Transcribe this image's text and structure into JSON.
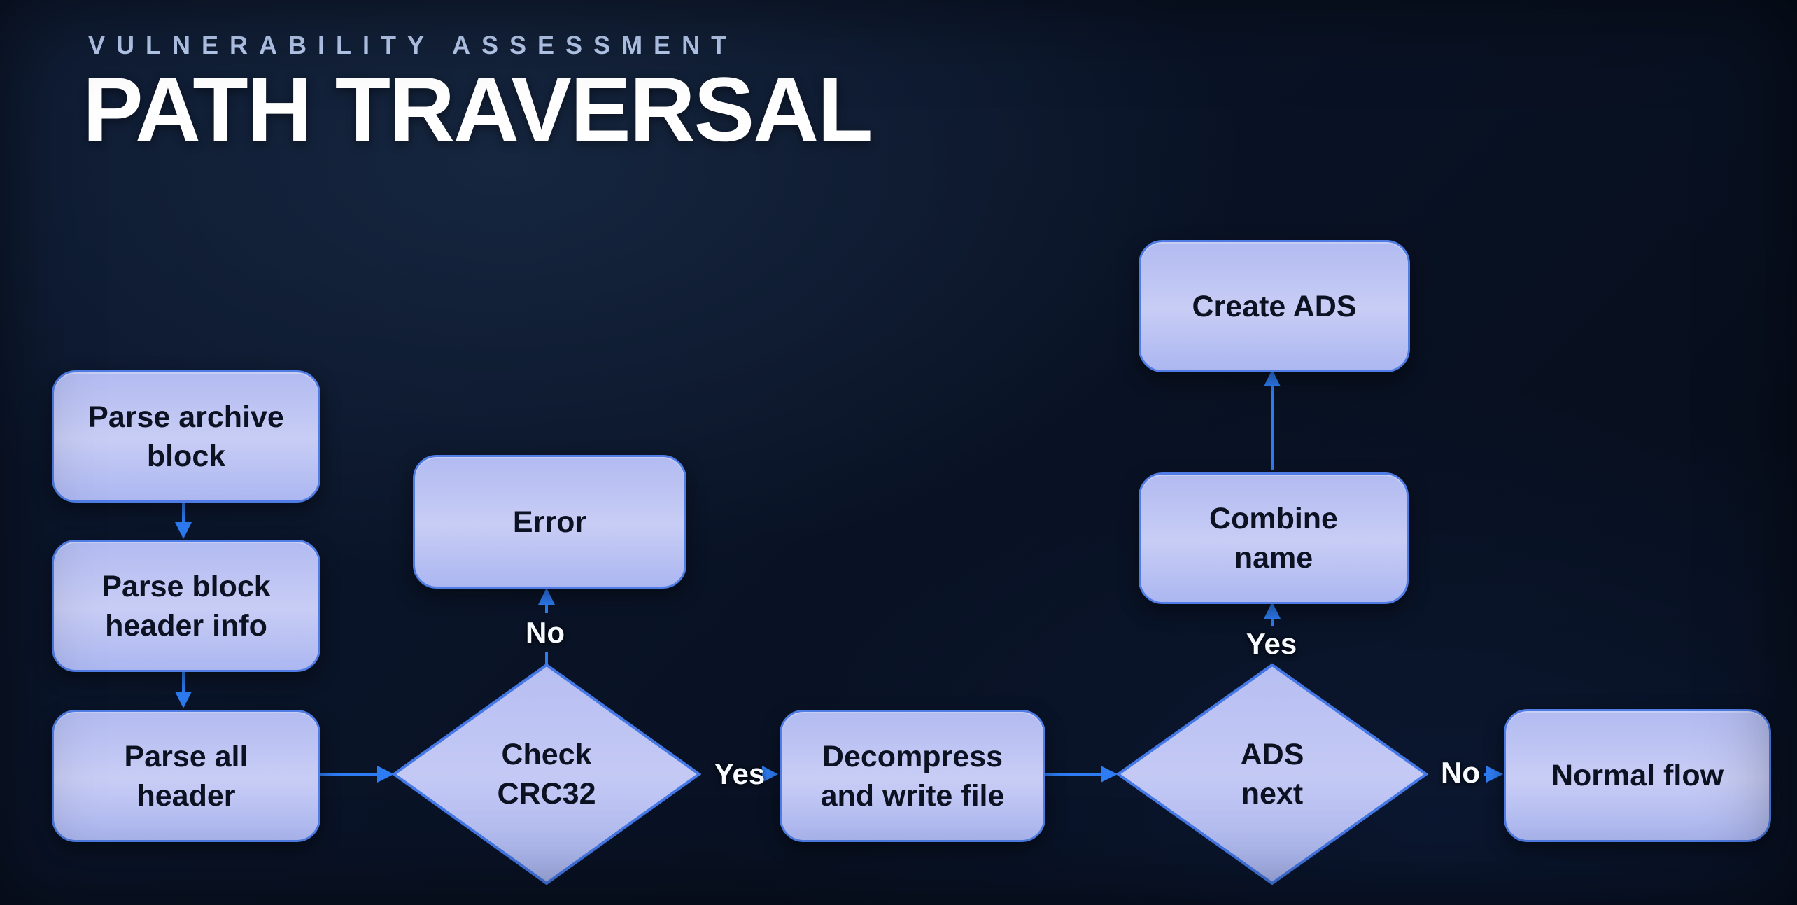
{
  "header": {
    "eyebrow": "VULNERABILITY ASSESSMENT",
    "title": "PATH TRAVERSAL"
  },
  "flowchart": {
    "nodes": {
      "parse_archive_block": {
        "shape": "process",
        "lines": [
          "Parse archive",
          "block"
        ]
      },
      "parse_block_header_info": {
        "shape": "process",
        "lines": [
          "Parse block",
          "header info"
        ]
      },
      "parse_all_header": {
        "shape": "process",
        "lines": [
          "Parse all",
          "header"
        ]
      },
      "error": {
        "shape": "process",
        "lines": [
          "Error"
        ]
      },
      "check_crc32": {
        "shape": "decision",
        "lines": [
          "Check",
          "CRC32"
        ]
      },
      "decompress_and_write": {
        "shape": "process",
        "lines": [
          "Decompress",
          "and write file"
        ]
      },
      "ads_next": {
        "shape": "decision",
        "lines": [
          "ADS",
          "next"
        ]
      },
      "combine_name": {
        "shape": "process",
        "lines": [
          "Combine",
          "name"
        ]
      },
      "create_ads": {
        "shape": "process",
        "lines": [
          "Create ADS"
        ]
      },
      "normal_flow": {
        "shape": "process",
        "lines": [
          "Normal flow"
        ]
      }
    },
    "edge_labels": {
      "crc_no": "No",
      "crc_yes": "Yes",
      "ads_yes": "Yes",
      "ads_no": "No"
    },
    "colors": {
      "background": "#0a1424",
      "node_fill": "#c0c6f3",
      "node_border": "#4f7de5",
      "connector": "#2e7cf3",
      "node_text": "#0c1222",
      "edge_label_text": "#f7faff",
      "eyebrow_text": "#b9cdf2",
      "title_text": "#ffffff"
    }
  }
}
